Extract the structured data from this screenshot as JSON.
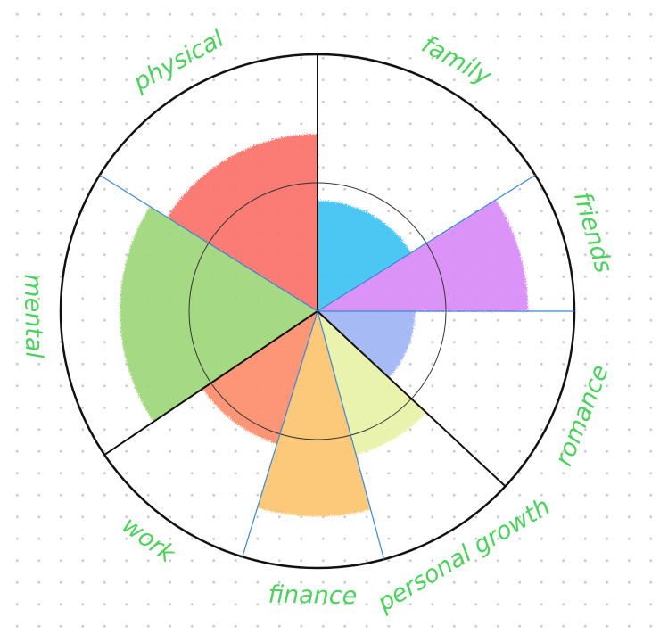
{
  "chart_data": {
    "type": "polar-area",
    "title": "",
    "scale_rings": [
      0.5
    ],
    "segments": [
      {
        "key": "family",
        "label": "family",
        "value": 0.43,
        "color": "#3ec3f2"
      },
      {
        "key": "friends",
        "label": "friends",
        "value": 0.82,
        "color": "#d98af7"
      },
      {
        "key": "romance",
        "label": "romance",
        "value": 0.38,
        "color": "#9fb5f5"
      },
      {
        "key": "personal-growth",
        "label": "personal growth",
        "value": 0.58,
        "color": "#e9f2a8"
      },
      {
        "key": "finance",
        "label": "finance",
        "value": 0.8,
        "color": "#fcc46e"
      },
      {
        "key": "work",
        "label": "work",
        "value": 0.54,
        "color": "#fc8e6c"
      },
      {
        "key": "mental",
        "label": "mental",
        "value": 0.77,
        "color": "#9fd67a"
      },
      {
        "key": "physical",
        "label": "physical",
        "value": 0.69,
        "color": "#fb6f6b"
      }
    ]
  }
}
